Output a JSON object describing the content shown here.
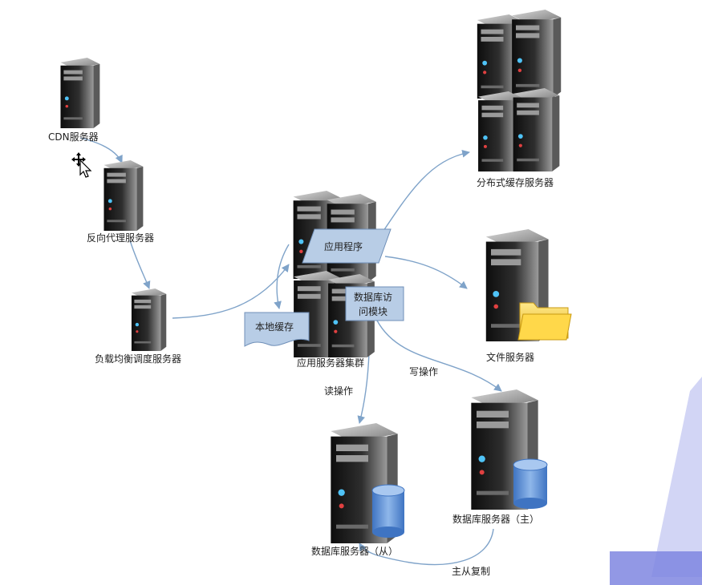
{
  "nodes": {
    "cdn": "CDN服务器",
    "reverse_proxy": "反向代理服务器",
    "load_balancer": "负载均衡调度服务器",
    "app_cluster": "应用服务器集群",
    "app_program": "应用程序",
    "db_access_line1": "数据库访",
    "db_access_line2": "问模块",
    "local_cache": "本地缓存",
    "distributed_cache": "分布式缓存服务器",
    "file_server": "文件服务器",
    "db_master": "数据库服务器（主）",
    "db_slave": "数据库服务器（从）"
  },
  "edges": {
    "read": "读操作",
    "write": "写操作",
    "replication": "主从复制"
  },
  "colors": {
    "arrow": "#7fa3c9",
    "box_fill": "#b8cde6",
    "box_stroke": "#6f8fb8",
    "server_dark": "#1f1f1f",
    "server_light": "#8c8c8c",
    "db_cylinder": "#5b8ed6",
    "corner_accent": "#c9cdf3"
  }
}
